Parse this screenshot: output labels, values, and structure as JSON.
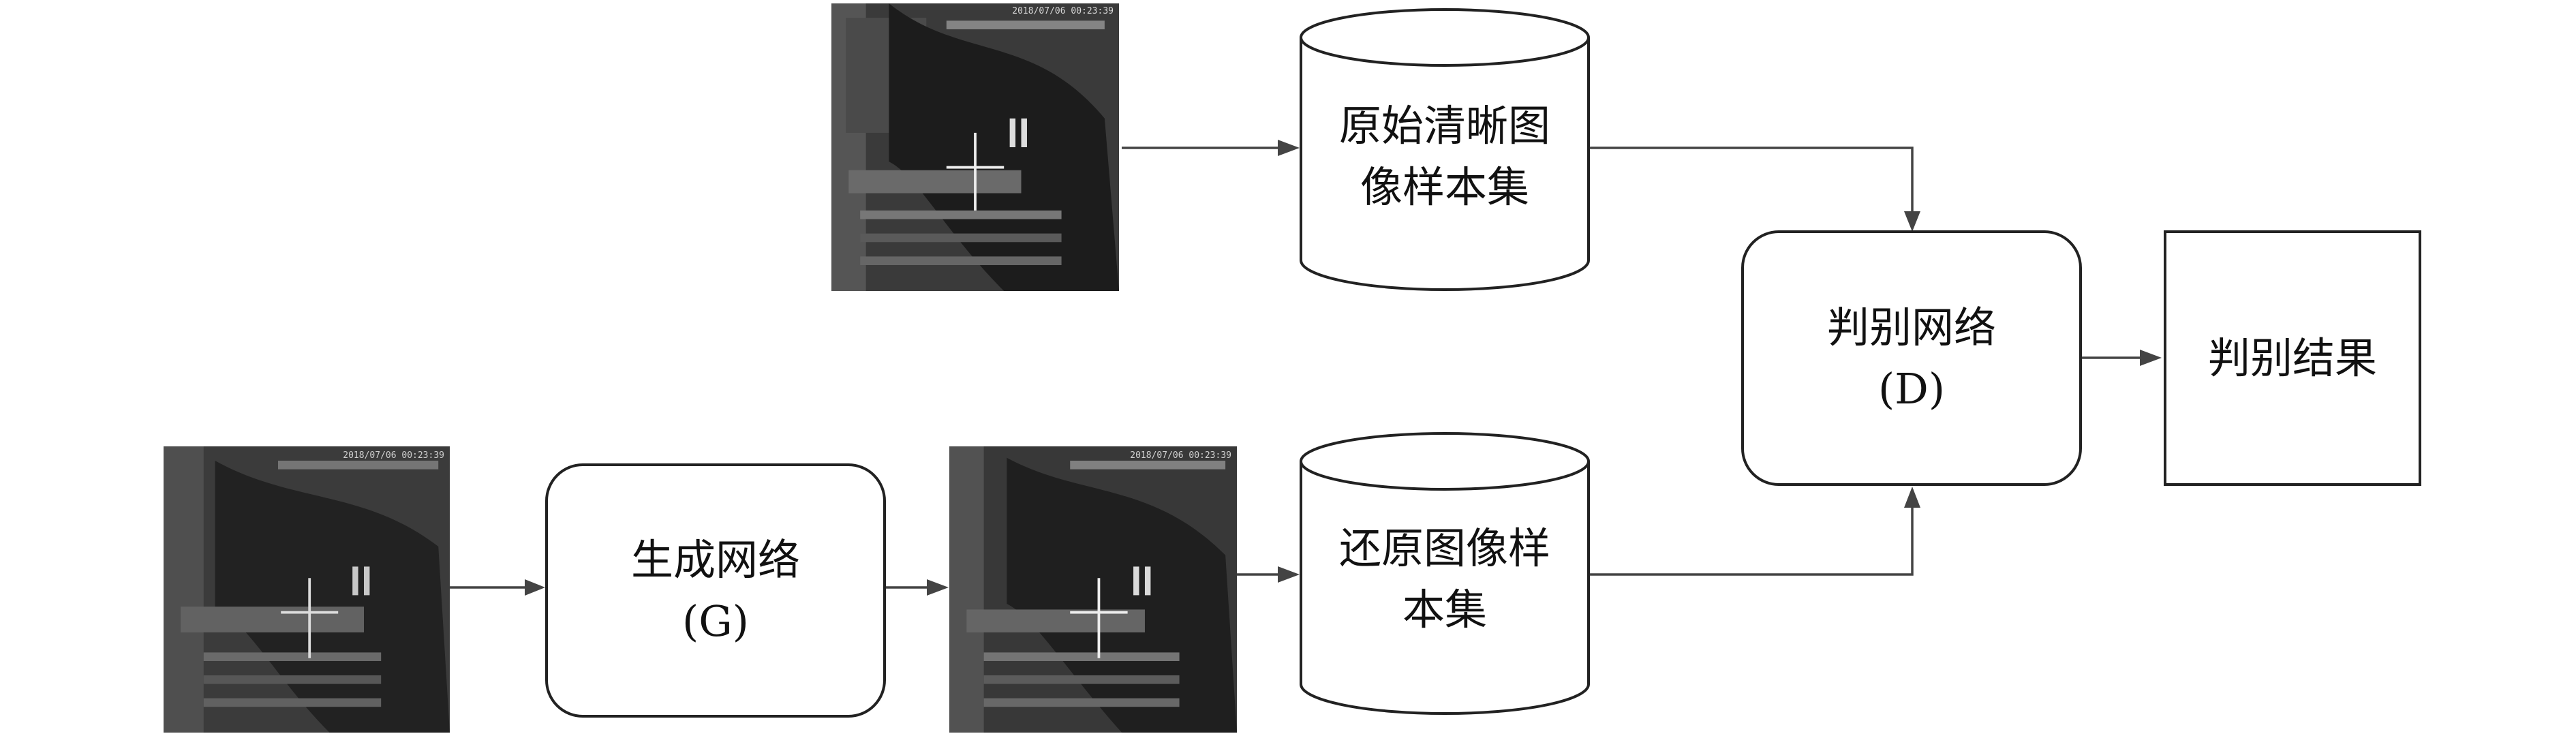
{
  "input_image": {
    "overlay": "2018/07/06 00:23:39"
  },
  "original_image": {
    "overlay": "2018/07/06 00:23:39"
  },
  "restored_image": {
    "overlay": "2018/07/06 00:23:39"
  },
  "original_dataset": {
    "line1": "原始清晰图",
    "line2": "像样本集"
  },
  "restored_dataset": {
    "line1": "还原图像样",
    "line2": "本集"
  },
  "generator": {
    "line1": "生成网络",
    "line2": "(G)"
  },
  "discriminator": {
    "line1": "判别网络",
    "line2": "(D)"
  },
  "result": {
    "label": "判别结果"
  },
  "colors": {
    "line": "#444444",
    "box_border": "#222222",
    "image_bg": "#2e2e2e"
  }
}
